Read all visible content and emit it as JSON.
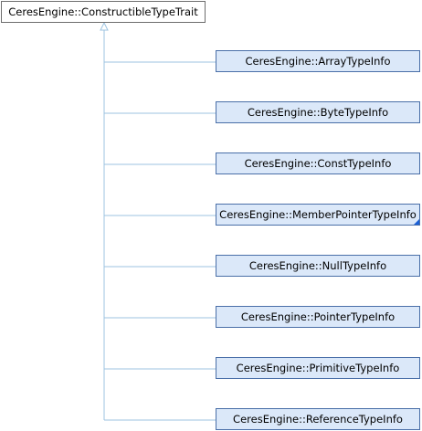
{
  "diagram": {
    "base_class": "CeresEngine::ConstructibleTypeTrait",
    "derived_classes": [
      "CeresEngine::ArrayTypeInfo",
      "CeresEngine::ByteTypeInfo",
      "CeresEngine::ConstTypeInfo",
      "CeresEngine::MemberPointerTypeInfo",
      "CeresEngine::NullTypeInfo",
      "CeresEngine::PointerTypeInfo",
      "CeresEngine::PrimitiveTypeInfo",
      "CeresEngine::ReferenceTypeInfo"
    ],
    "edge_color": "#9cc3e0"
  }
}
